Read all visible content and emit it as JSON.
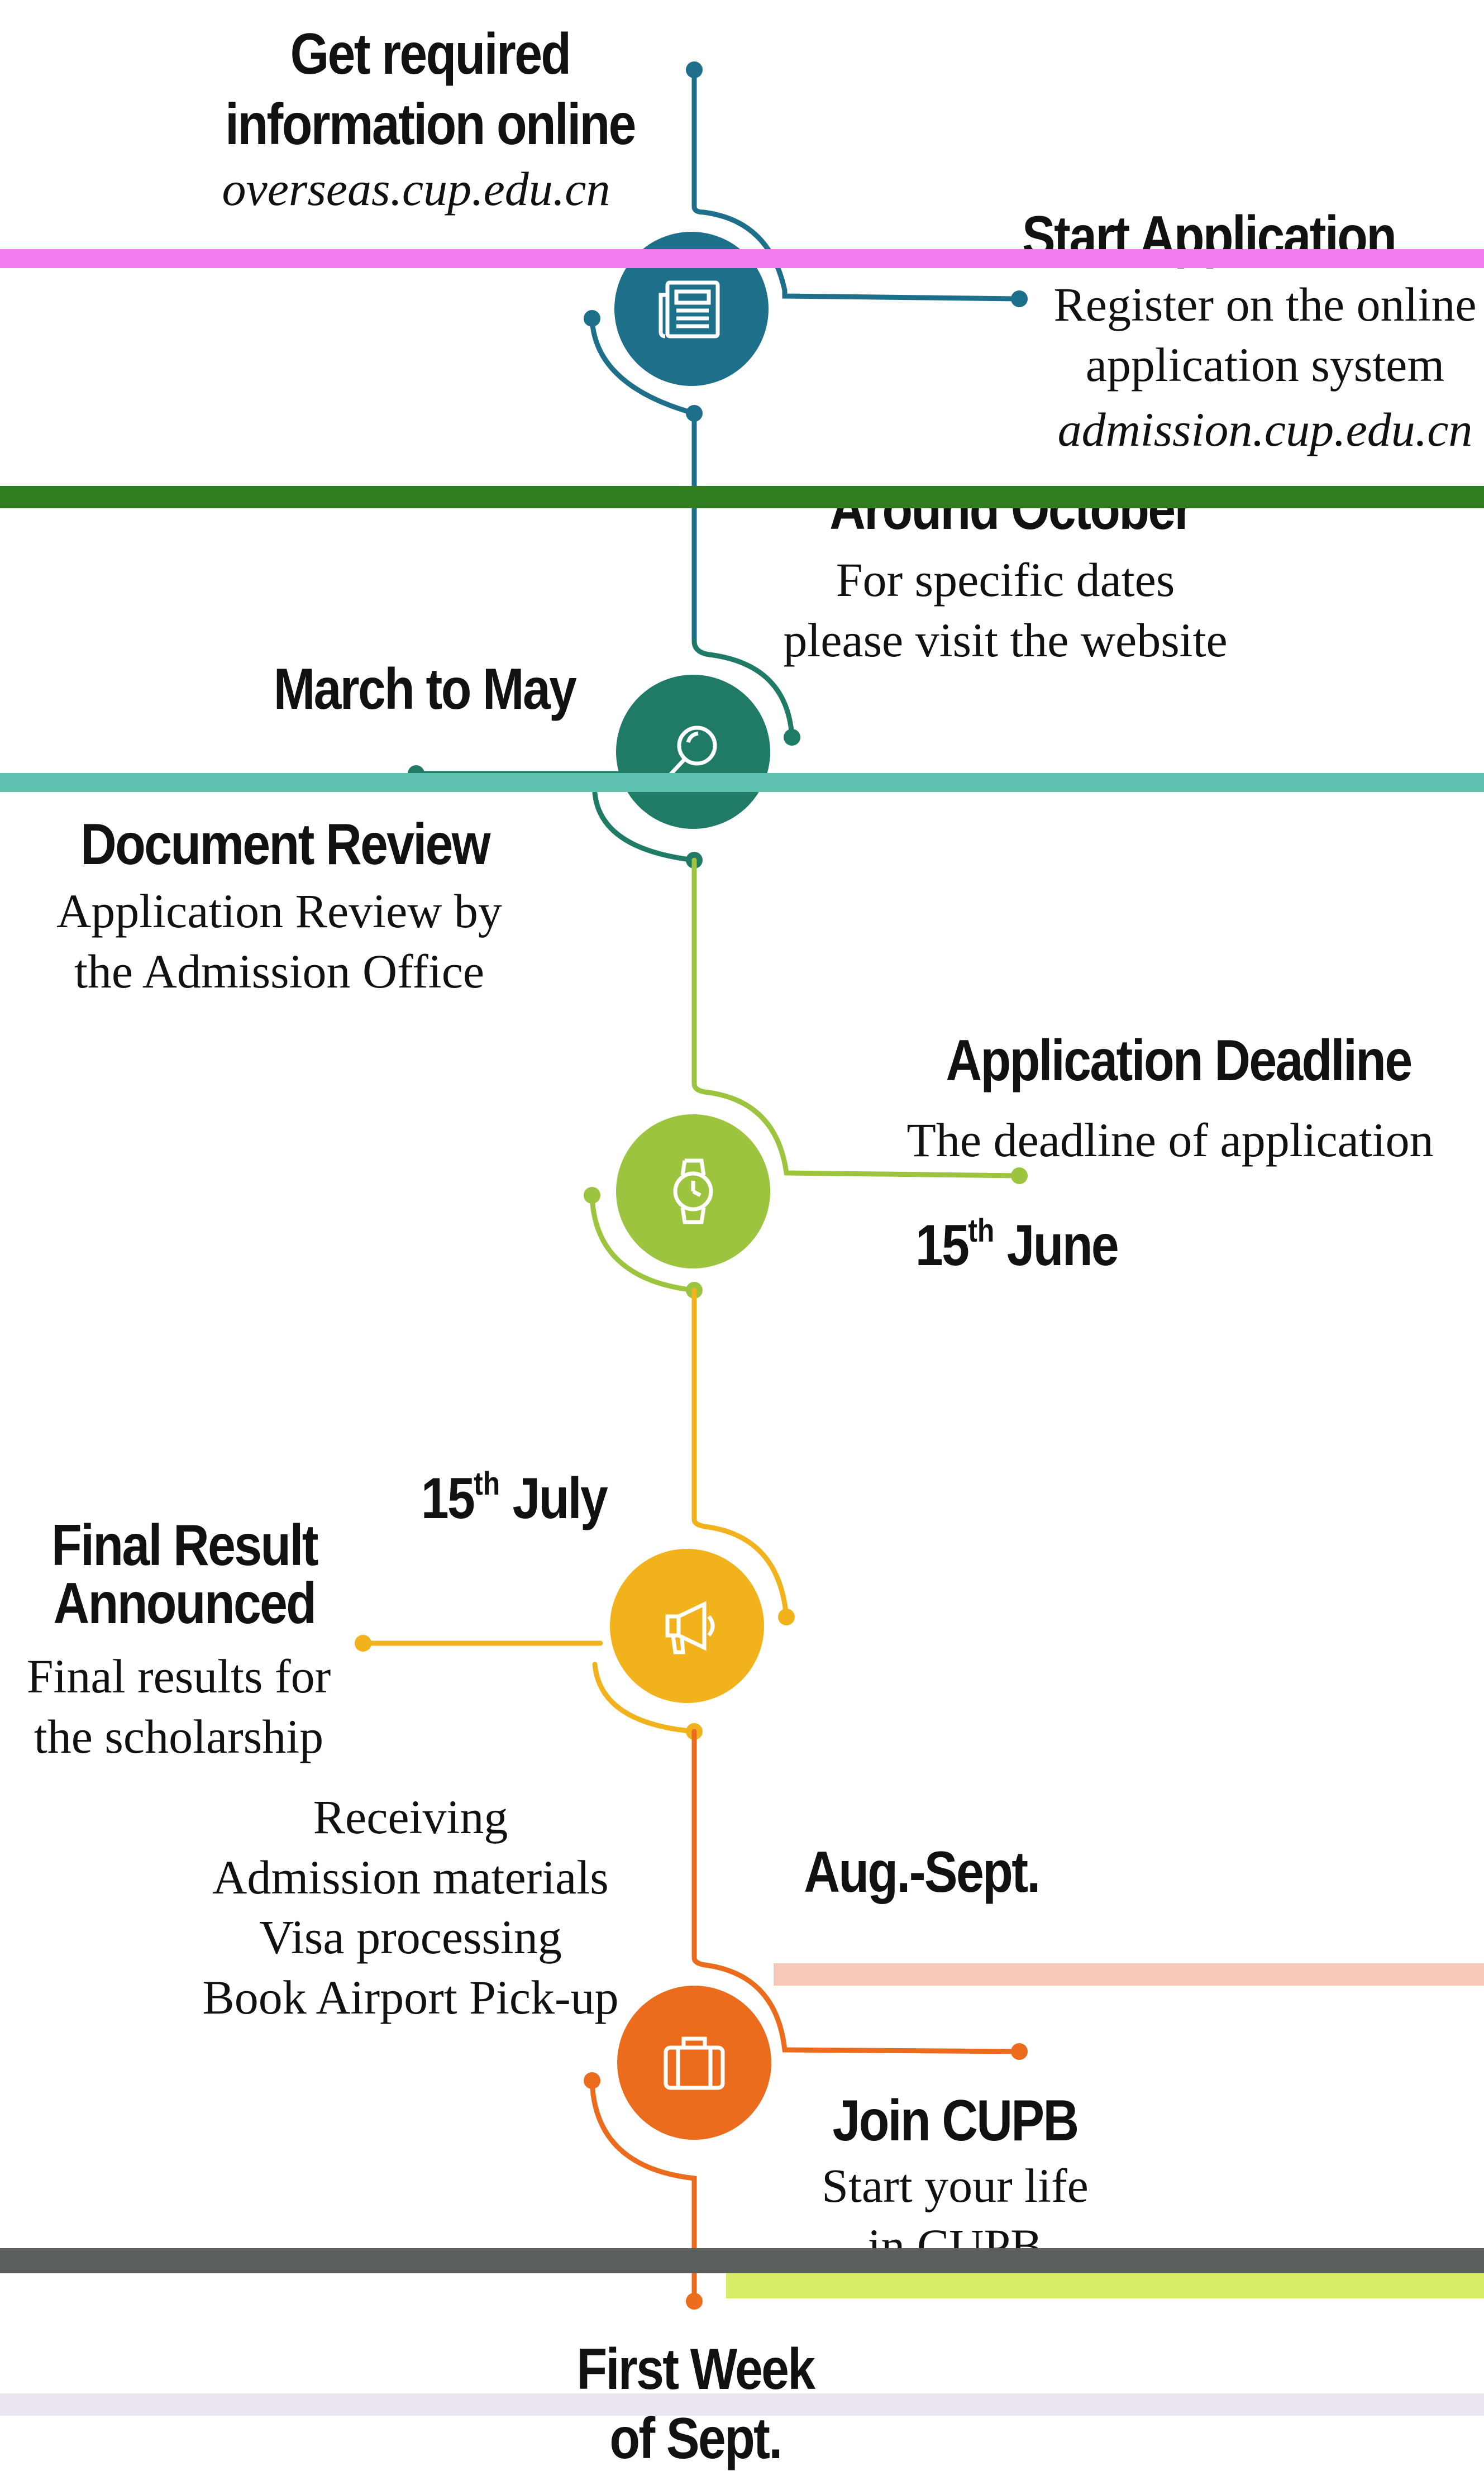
{
  "colors": {
    "step1": "#1e6f8a",
    "step2": "#1f7a66",
    "step3": "#9cc43f",
    "step4": "#f2b21b",
    "step5": "#ea6c1c"
  },
  "steps": [
    {
      "title_line1": "Get required",
      "title_line2": "information online",
      "url": "overseas.cup.edu.cn",
      "icon": "newspaper-icon"
    },
    {
      "title": "Start Application",
      "body_line1": "Register on the online",
      "body_line2": "application system",
      "url": "admission.cup.edu.cn"
    },
    {
      "date": "Around October",
      "body_line1": "For specific dates",
      "body_line2": "please visit the website"
    },
    {
      "date": "March to May",
      "title": "Document Review",
      "body_line1": "Application Review by",
      "body_line2": "the Admission Office",
      "icon": "magnifier-icon"
    },
    {
      "title": "Application Deadline",
      "body": "The deadline of application",
      "date_day": "15",
      "date_sup": "th",
      "date_month": " June",
      "icon": "watch-icon"
    },
    {
      "date_day": "15",
      "date_sup": "th",
      "date_month": " July",
      "title_line1": "Final Result",
      "title_line2": "Announced",
      "body_line1": "Final results for",
      "body_line2": "the scholarship",
      "icon": "megaphone-icon"
    },
    {
      "body_line1": "Receiving",
      "body_line2": "Admission materials",
      "body_line3": "Visa processing",
      "body_line4": "Book Airport Pick-up",
      "date": "Aug.-Sept.",
      "icon": "suitcase-icon"
    },
    {
      "title": "Join CUPB",
      "body_line1": "Start your life",
      "body_line2": "in CUPB"
    },
    {
      "date_line1": "First Week",
      "date_line2": "of Sept."
    }
  ]
}
